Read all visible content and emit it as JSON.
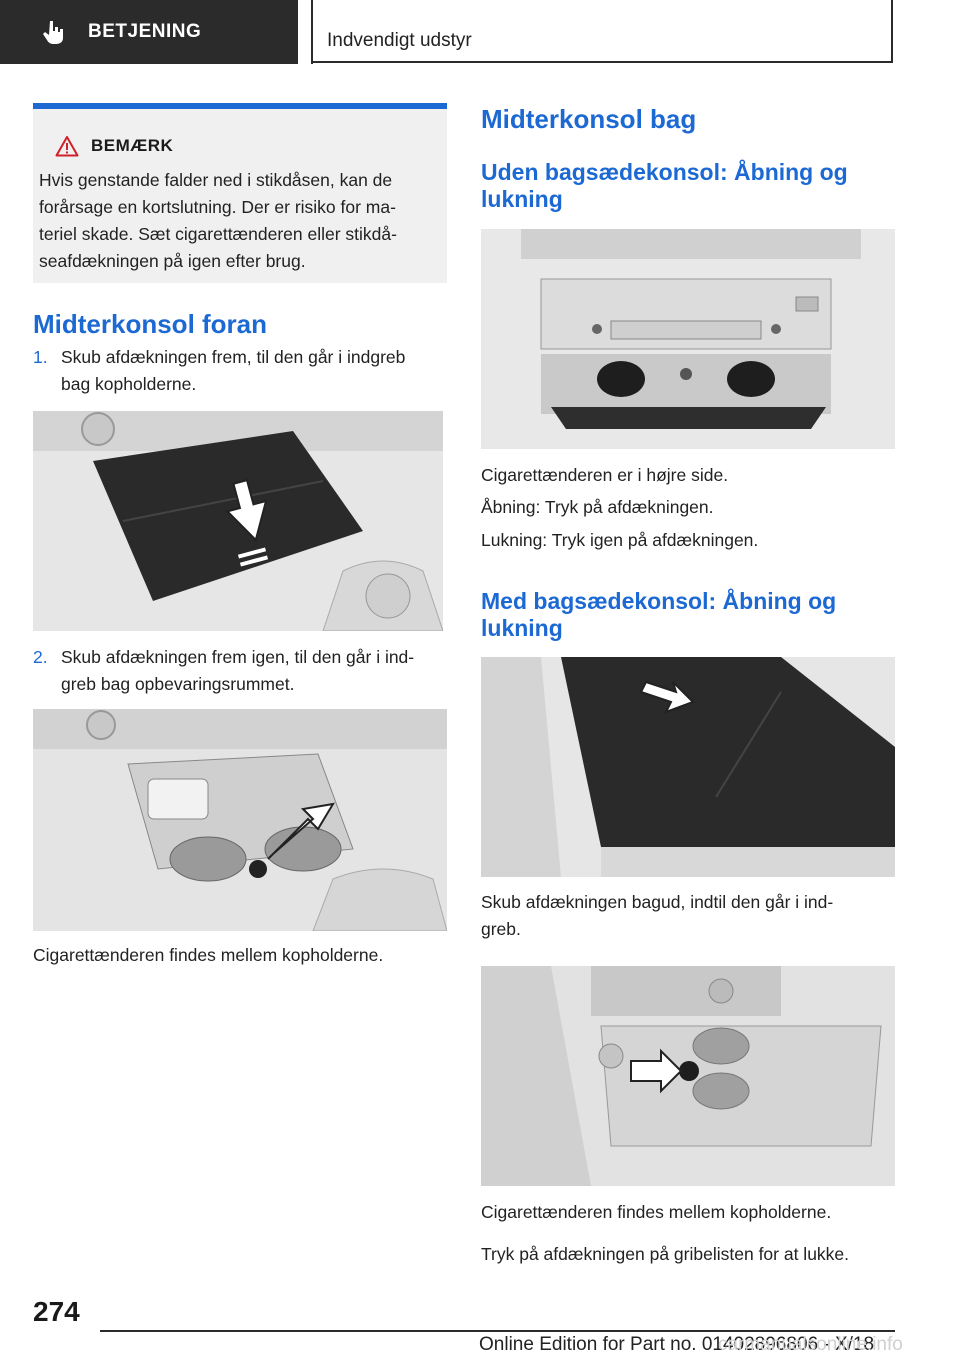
{
  "header": {
    "section": "BETJENING",
    "chapter": "Indvendigt udstyr"
  },
  "note": {
    "title": "BEMÆRK",
    "lines": [
      "Hvis genstande falder ned i stikdåsen, kan de",
      "forårsage en kortslutning. Der er risiko for ma-",
      "teriel skade. Sæt cigarettænderen eller stikdå-",
      "seafdækningen på igen efter brug."
    ]
  },
  "front": {
    "heading": "Midterkonsol foran",
    "steps": [
      {
        "num": "1.",
        "lines": [
          "Skub afdækningen frem, til den går i indgreb",
          "bag kopholderne."
        ]
      },
      {
        "num": "2.",
        "lines": [
          "Skub afdækningen frem igen, til den går i ind-",
          "greb bag opbevaringsrummet."
        ]
      }
    ],
    "caption": "Cigarettænderen findes mellem kopholderne."
  },
  "rear": {
    "heading": "Midterkonsol bag",
    "without": {
      "heading_lines": [
        "Uden bagsædekonsol: Åbning og",
        "lukning"
      ],
      "paragraphs": [
        "Cigarettænderen er i højre side.",
        "Åbning: Tryk på afdækningen.",
        "Lukning: Tryk igen på afdækningen."
      ]
    },
    "with": {
      "heading_lines": [
        "Med bagsædekonsol: Åbning og",
        "lukning"
      ],
      "step_text_lines": [
        "Skub afdækningen bagud, indtil den går i ind-",
        "greb."
      ],
      "caption": "Cigarettænderen findes mellem kopholderne.",
      "close_text": "Tryk på afdækningen på gribelisten for at lukke."
    }
  },
  "footer": {
    "page_number": "274",
    "edition": "Online Edition for Part no. 01402896806 - X/18",
    "watermark": "Online Edition for Part no. 01402896806 - X/18 carmanualsonline.info"
  },
  "colors": {
    "accent": "#1c69d4",
    "header_bg": "#2b2b2b",
    "note_bg": "#f0f0f0"
  },
  "icons": [
    "hand-pointer-icon",
    "warning-triangle-icon"
  ]
}
